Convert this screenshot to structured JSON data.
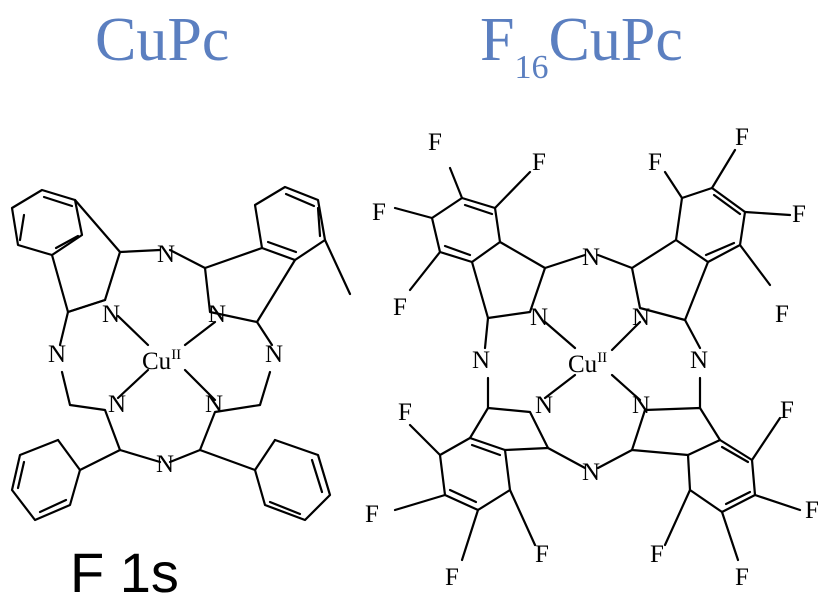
{
  "titles": {
    "left": "CuPc",
    "right_prefix": "F",
    "right_subscript": "16",
    "right_suffix": "CuPc",
    "color": "#5b7fc0"
  },
  "atoms": {
    "nitrogen": "N",
    "fluorine": "F",
    "copper": "Cu",
    "copper_oxidation": "II"
  },
  "bottom_label": "F 1s"
}
